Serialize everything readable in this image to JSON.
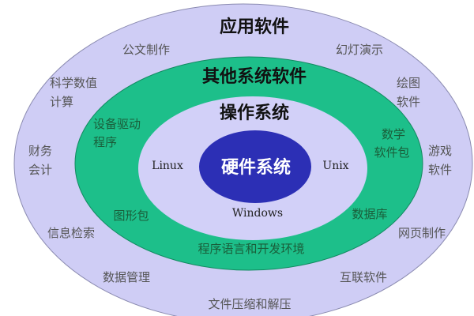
{
  "colors": {
    "application_ring": "#cfcdf5",
    "system_ring": "#1dbf8a",
    "os_ring": "#d2d0f8",
    "hardware_core": "#2c2fb5"
  },
  "layers": {
    "application": {
      "title": "应用软件",
      "items": [
        "公文制作",
        "幻灯演示",
        "科学数值",
        "计算",
        "绘图",
        "软件",
        "财务",
        "会计",
        "游戏",
        "软件",
        "信息检索",
        "网页制作",
        "数据管理",
        "互联软件",
        "文件压缩和解压"
      ]
    },
    "other_system": {
      "title": "其他系统软件",
      "items": [
        "设备驱动",
        "程序",
        "数学",
        "软件包",
        "图形包",
        "数据库",
        "程序语言和开发环境"
      ]
    },
    "os": {
      "title": "操作系统",
      "items": [
        "Linux",
        "Unix",
        "Windows"
      ]
    },
    "hardware": {
      "title": "硬件系统"
    }
  }
}
